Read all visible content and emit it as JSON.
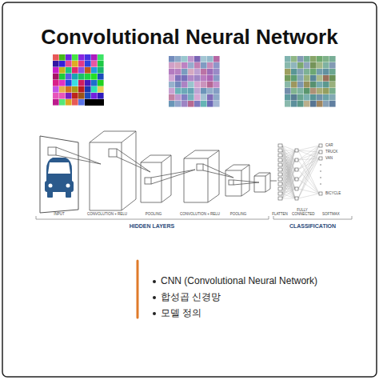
{
  "diagram": {
    "title": "Convolutional Neural Network",
    "labels": [
      "INPUT",
      "CONVOLUTION + RELU",
      "POOLING",
      "CONVOLUTION + RELU",
      "POOLING",
      "FLATTEN",
      "FULLY CONNECTED",
      "SOFTMAX",
      "CAR",
      "TRUCK",
      "VAN",
      "BICYCLE",
      "HIDDEN LAYERS",
      "CLASSIFICATION",
      "CNN (Convolutional Neural Network)",
      "합성곱 신경망",
      "모델 정의"
    ]
  }
}
